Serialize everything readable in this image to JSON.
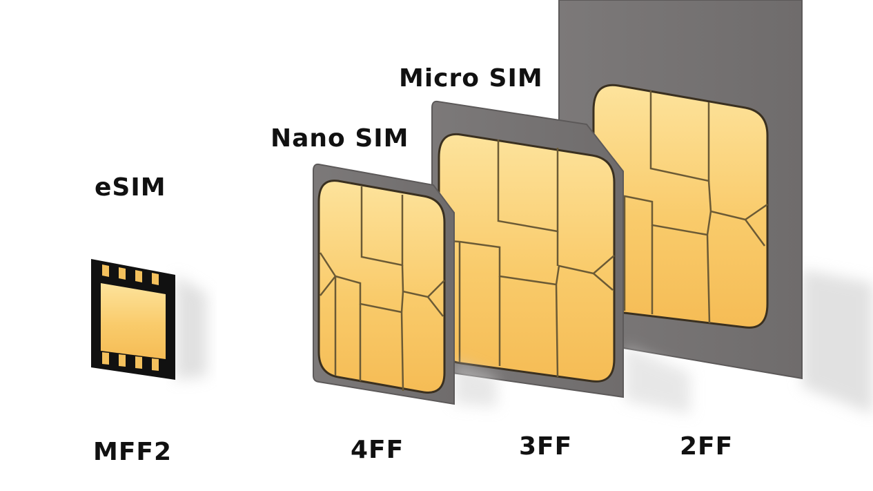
{
  "colors": {
    "background": "#ffffff",
    "card_gray": "#787575",
    "card_edge": "#5e5b5b",
    "chip_gold_light": "#fde39c",
    "chip_gold_dark": "#f6bd52",
    "chip_line": "#6b5a35",
    "esim_body": "#111111",
    "text": "#111111"
  },
  "cards": [
    {
      "id": "esim",
      "name": "eSIM",
      "code": "MFF2"
    },
    {
      "id": "nano",
      "name": "Nano SIM",
      "code": "4FF"
    },
    {
      "id": "micro",
      "name": "Micro SIM",
      "code": "3FF"
    },
    {
      "id": "mini",
      "name": "",
      "code": "2FF"
    }
  ]
}
